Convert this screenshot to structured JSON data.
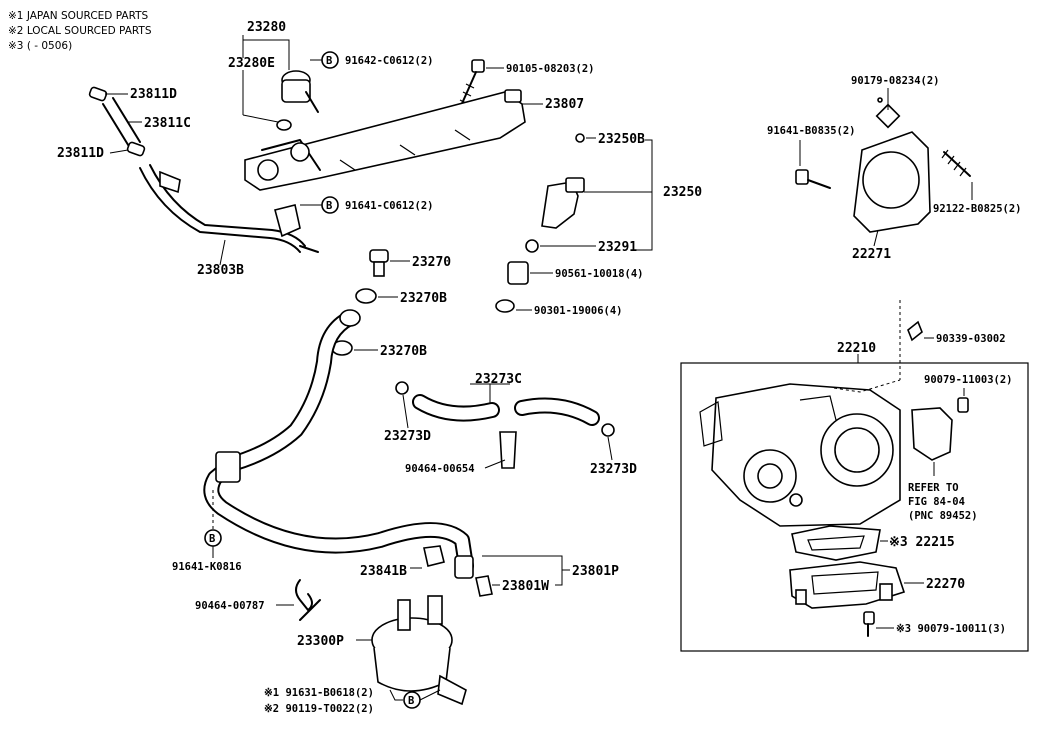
{
  "notes": {
    "line1": "※1 JAPAN SOURCED PARTS",
    "line2": "※2 LOCAL SOURCED PARTS",
    "line3": "※3 (        - 0506)"
  },
  "marker_letter": "B",
  "labels": {
    "p23280": "23280",
    "p23280e": "23280E",
    "p91642": "91642-C0612(2)",
    "p90105": "90105-08203(2)",
    "p23807": "23807",
    "p23811d_top": "23811D",
    "p23811c": "23811C",
    "p23811d_left": "23811D",
    "p91641c": "91641-C0612(2)",
    "p23803b": "23803B",
    "p23250b": "23250B",
    "p23250": "23250",
    "p23291": "23291",
    "p90561": "90561-10018(4)",
    "p90301": "90301-19006(4)",
    "p23270": "23270",
    "p23270b_a": "23270B",
    "p23270b_b": "23270B",
    "p23273c": "23273C",
    "p23273d_l": "23273D",
    "p23273d_r": "23273D",
    "p90464_654": "90464-00654",
    "p91641k": "91641-K0816",
    "p23841b": "23841B",
    "p23801p": "23801P",
    "p23801w": "23801W",
    "p90464_787": "90464-00787",
    "p23300p": "23300P",
    "p91631": "※1 91631-B0618(2)",
    "p90119": "※2 90119-T0022(2)",
    "p90179": "90179-08234(2)",
    "p91641b": "91641-B0835(2)",
    "p92122": "92122-B0825(2)",
    "p22271": "22271",
    "p90339": "90339-03002",
    "p22210": "22210",
    "p90079_11003": "90079-11003(2)",
    "refer1": "REFER TO",
    "refer2": "FIG 84-04",
    "refer3": "(PNC 89452)",
    "p22215": "※3 22215",
    "p22270": "22270",
    "p90079_10011": "※3 90079-10011(3)"
  }
}
